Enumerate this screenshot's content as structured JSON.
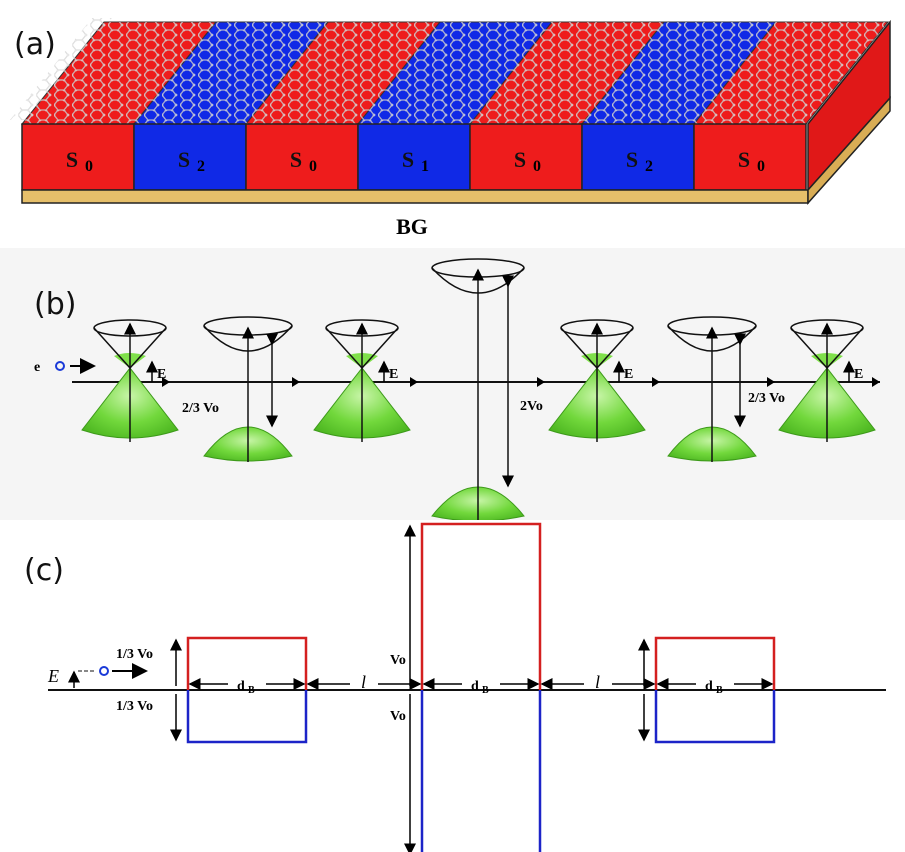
{
  "panel_a": {
    "letter": "(a)",
    "segments": [
      {
        "label": "S0",
        "base": "S",
        "sub": "0",
        "color": "#ee1c1c"
      },
      {
        "label": "S2",
        "base": "S",
        "sub": "2",
        "color": "#1029e6"
      },
      {
        "label": "S0",
        "base": "S",
        "sub": "0",
        "color": "#ee1c1c"
      },
      {
        "label": "S1",
        "base": "S",
        "sub": "1",
        "color": "#1029e6"
      },
      {
        "label": "S0",
        "base": "S",
        "sub": "0",
        "color": "#ee1c1c"
      },
      {
        "label": "S2",
        "base": "S",
        "sub": "2",
        "color": "#1029e6"
      },
      {
        "label": "S0",
        "base": "S",
        "sub": "0",
        "color": "#ee1c1c"
      }
    ],
    "base_label": "BG",
    "base_color": "#e6bf6a"
  },
  "panel_b": {
    "letter": "(b)",
    "electron_label": "e",
    "energy_label": "E",
    "level_labels": [
      "2/3 Vo",
      "2Vo",
      "2/3 Vo"
    ],
    "cone_color": "#7fe04a"
  },
  "panel_c": {
    "letter": "(c)",
    "energy_label": "E",
    "small_barrier_top": "1/3 Vo",
    "small_barrier_bottom": "1/3 Vo",
    "width_label": "dB",
    "spacing_label": "l",
    "big_barrier_top": "Vo",
    "big_barrier_bottom": "Vo",
    "top_color": "#d42020",
    "bottom_color": "#1c24c8"
  }
}
